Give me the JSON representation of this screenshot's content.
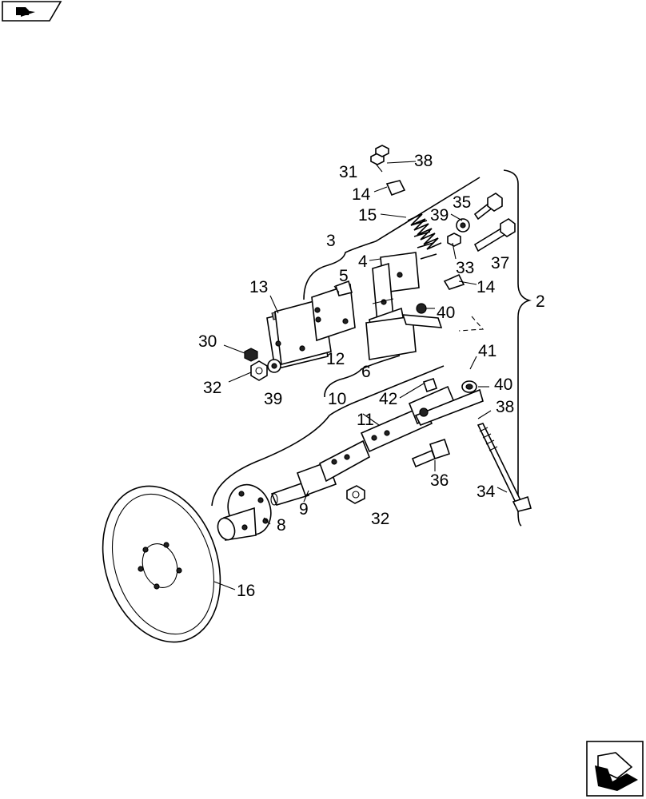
{
  "icons": {
    "top_left": "manual-tab-icon",
    "bottom_right": "next-page-arrow-icon"
  },
  "callouts": {
    "c2": "2",
    "c3": "3",
    "c4": "4",
    "c5": "5",
    "c6": "6",
    "c8": "8",
    "c9": "9",
    "c10": "10",
    "c11": "11",
    "c12": "12",
    "c13": "13",
    "c14a": "14",
    "c14b": "14",
    "c15": "15",
    "c16": "16",
    "c30": "30",
    "c31": "31",
    "c32a": "32",
    "c32b": "32",
    "c33": "33",
    "c34": "34",
    "c35": "35",
    "c36": "36",
    "c37": "37",
    "c38a": "38",
    "c38b": "38",
    "c39a": "39",
    "c39b": "39",
    "c40a": "40",
    "c40b": "40",
    "c41": "41",
    "c42": "42"
  }
}
